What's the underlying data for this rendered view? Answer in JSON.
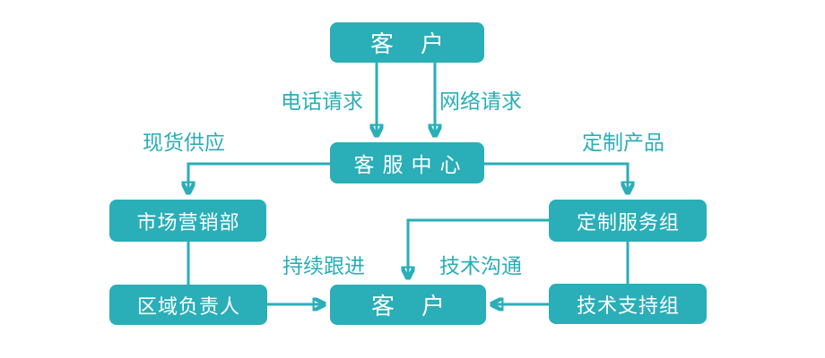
{
  "colors": {
    "accent": "#2aaeb7",
    "node_text": "#ffffff",
    "background": "#ffffff"
  },
  "nodes": {
    "customer_top": {
      "label": "客　户"
    },
    "service_center": {
      "label": "客服中心"
    },
    "marketing_dept": {
      "label": "市场营销部"
    },
    "custom_service_group": {
      "label": "定制服务组"
    },
    "regional_manager": {
      "label": "区域负责人"
    },
    "tech_support_group": {
      "label": "技术支持组"
    },
    "customer_bottom": {
      "label": "客　户"
    }
  },
  "edge_labels": {
    "phone_request": "电话请求",
    "web_request": "网络请求",
    "spot_supply": "现货供应",
    "custom_product": "定制产品",
    "continuous_followup": "持续跟进",
    "technical_communication": "技术沟通"
  }
}
